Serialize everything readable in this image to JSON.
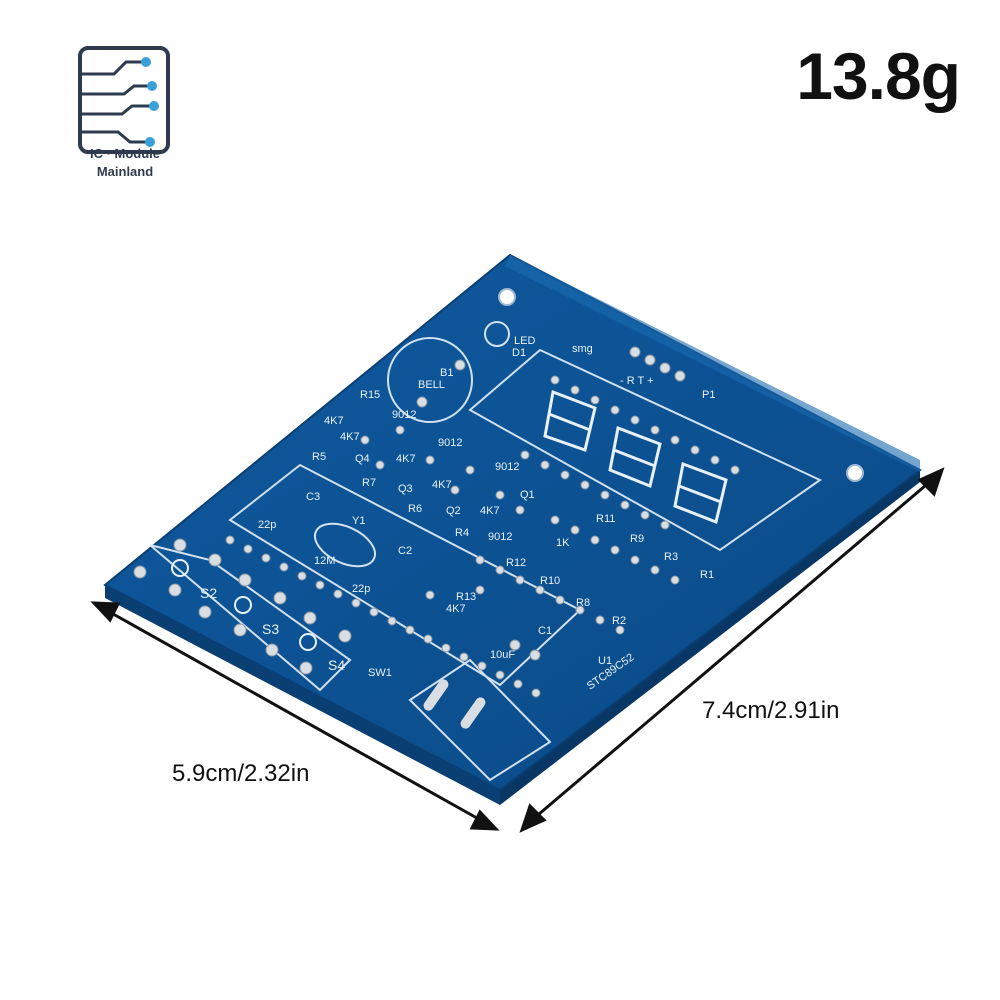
{
  "brand": {
    "line1": "IC · Module",
    "line2": "Mainland",
    "logo_icon": "circuit-board-icon",
    "color": "#2e3b4e",
    "accent": "#3aa0d8"
  },
  "weight_label": "13.8g",
  "dimensions": {
    "width_label": "5.9cm/2.32in",
    "length_label": "7.4cm/2.91in"
  },
  "pcb": {
    "board_color": "#0d4f8f",
    "silk_color": "#e8f1fa",
    "silk": {
      "led": "LED",
      "d1": "D1",
      "smg": "smg",
      "pins": "- R T +",
      "p1": "P1",
      "b1": "B1",
      "bell": "BELL",
      "r15": "R15",
      "r5": "R5",
      "r7": "R7",
      "r6": "R6",
      "r4": "R4",
      "q4": "Q4",
      "q3": "Q3",
      "q2": "Q2",
      "q1": "Q1",
      "t1": "9012",
      "t2": "9012",
      "t3": "9012",
      "t4": "9012",
      "k1": "4K7",
      "k2": "4K7",
      "k3": "4K7",
      "k4": "4K7",
      "k5": "4K7",
      "c3": "C3",
      "c2": "C2",
      "c1": "C1",
      "y1": "Y1",
      "xtal": "12M",
      "cap1": "22p",
      "cap2": "22p",
      "r13": "R13",
      "r13v": "4K7",
      "cap3": "10uF",
      "r11": "R11",
      "r9": "R9",
      "r3": "R3",
      "r1": "R1",
      "r12": "R12",
      "r10": "R10",
      "r8": "R8",
      "r2": "R2",
      "onek": "1K",
      "s2": "S2",
      "s3": "S3",
      "s4": "S4",
      "sw1": "SW1",
      "u1": "U1",
      "mcu": "STC89C52"
    }
  }
}
